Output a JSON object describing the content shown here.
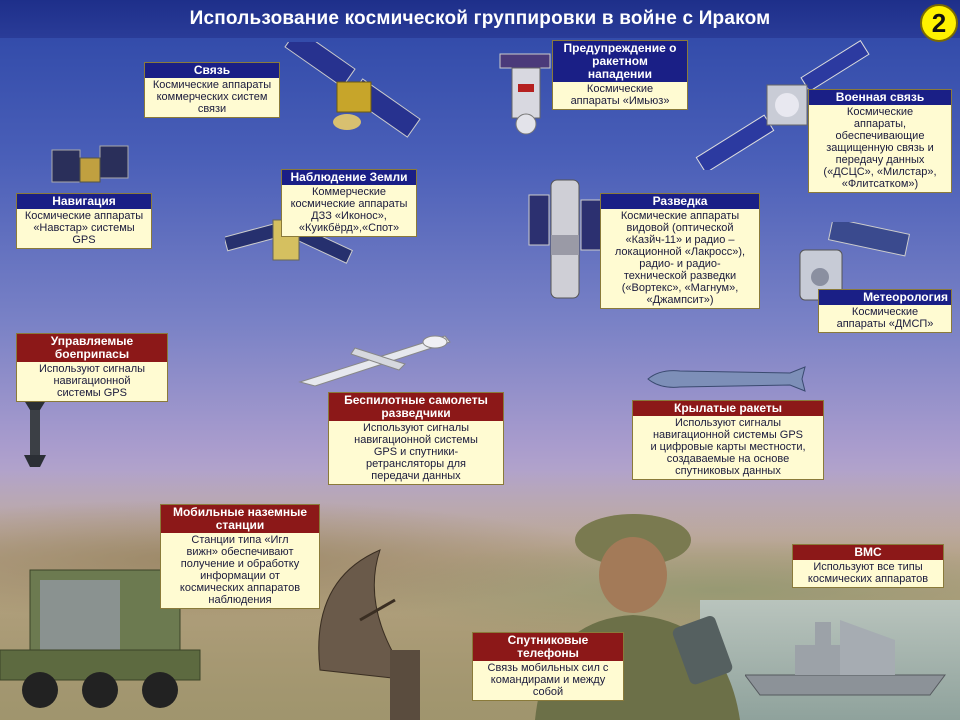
{
  "title": "Использование космической группировки в войне с Ираком",
  "page_number": "2",
  "boxes": {
    "svyaz": {
      "header": "Связь",
      "text": [
        "Космические аппараты",
        "коммерческих систем",
        "связи"
      ]
    },
    "preduprezhdenie": {
      "header": [
        "Предупреждение о",
        "ракетном",
        "нападении"
      ],
      "text": [
        "Космические",
        "аппараты «Имьюз»"
      ]
    },
    "voennaya_svyaz": {
      "header": "Военная связь",
      "text": [
        "Космические",
        "аппараты,",
        "обеспечивающие",
        "защищенную связь и",
        "передачу данных",
        "(«ДСЦС», «Милстар»,",
        "«Флитсатком»)"
      ]
    },
    "nablyudenie": {
      "header": "Наблюдение Земли",
      "text": [
        "Коммерческие",
        "космические аппараты",
        "ДЗЗ «Иконос»,",
        "«Куикбёрд»,«Спот»"
      ]
    },
    "navigatsiya": {
      "header": "Навигация",
      "text": [
        "Космические аппараты",
        "«Навстар» системы",
        "GPS"
      ]
    },
    "razvedka": {
      "header": "Разведка",
      "text": [
        "Космические аппараты",
        "видовой (оптической",
        "«Казйч-11» и радио –",
        "локационной «Лакросс»),",
        "радио- и радио-",
        "технической разведки",
        "(«Вортекс», «Магнум»,",
        "«Джампсит»)"
      ]
    },
    "meteorologiya": {
      "header": "Метеорология",
      "text": [
        "Космические",
        "аппараты «ДМСП»"
      ]
    },
    "upravlyaemye": {
      "header": [
        "Управляемые",
        "боеприпасы"
      ],
      "text": [
        "Используют сигналы",
        "навигационной",
        "системы GPS"
      ]
    },
    "bespilotnye": {
      "header": [
        "Беспилотные самолеты",
        "разведчики"
      ],
      "text": [
        "Используют сигналы",
        "навигационной системы",
        "GPS и спутники-",
        "ретрансляторы для",
        "передачи данных"
      ]
    },
    "krylatye": {
      "header": "Крылатые ракеты",
      "text": [
        "Используют сигналы",
        "навигационной системы GPS",
        "и цифровые карты местности,",
        "создаваемые на основе",
        "спутниковых данных"
      ]
    },
    "mobilnye": {
      "header": [
        "Мобильные наземные",
        "станции"
      ],
      "text": [
        "Станции типа «Игл",
        "вижн» обеспечивают",
        "получение и обработку",
        "информации от",
        "космических аппаратов",
        "наблюдения"
      ]
    },
    "vms": {
      "header": "ВМС",
      "text": [
        "Используют все типы",
        "космических аппаратов"
      ]
    },
    "sputnikovye": {
      "header": [
        "Спутниковые",
        "телефоны"
      ],
      "text": [
        "Связь мобильных сил с",
        "командирами и между",
        "собой"
      ]
    }
  },
  "colors": {
    "header_blue": "#1a1f86",
    "header_red": "#8c1818",
    "box_fill": "#fffbd2",
    "title_bar": "#1e2f8a",
    "page_badge": "#fff200"
  },
  "icons": [
    "satellite-icon",
    "drone-icon",
    "cruise-missile-icon",
    "guided-bomb-icon",
    "truck-icon",
    "radar-dish-icon",
    "soldier-icon",
    "warship-icon"
  ]
}
